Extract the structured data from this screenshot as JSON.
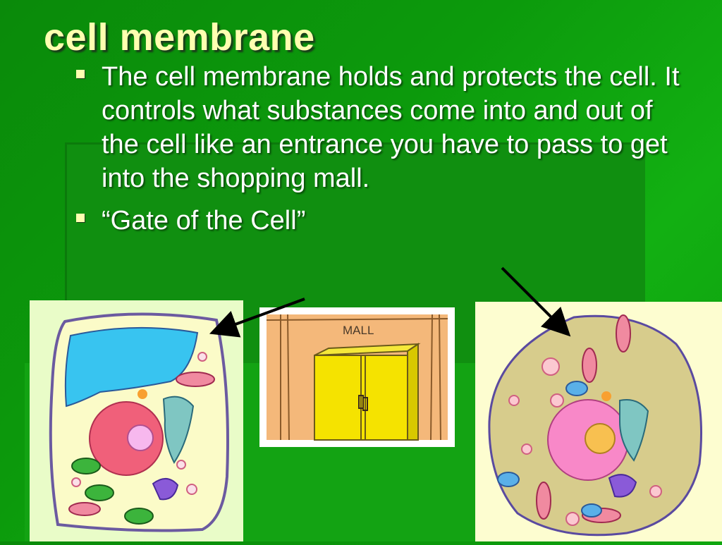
{
  "slide": {
    "title": "cell membrane",
    "bullets": [
      "The cell membrane holds and protects the cell. It controls what substances come into and out of the cell like an entrance you have to pass to get into the shopping mall.",
      "“Gate of the Cell”"
    ]
  },
  "images": {
    "mall_sign": "MALL"
  },
  "colors": {
    "background": "#0e9a0e",
    "title": "#ffffb0",
    "text": "#ffffff",
    "plant_bg": "#e9fcc8",
    "animal_bg": "#fdfdd0"
  }
}
